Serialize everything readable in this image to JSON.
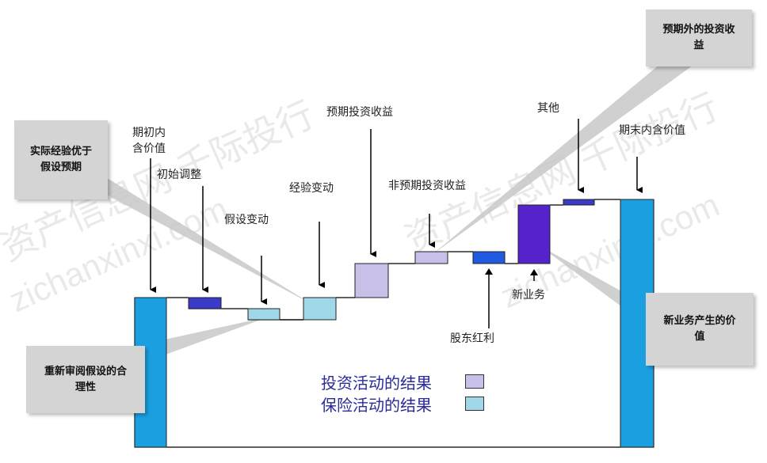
{
  "colors": {
    "blue_bar": "#1aa0e0",
    "dark_blue": "#3a3ac8",
    "purple": "#5522cc",
    "medium_blue": "#1f5ae0",
    "light_cyan": "#a0d8ea",
    "lavender": "#c8c0e8",
    "callout_bg": "#d4d4d4",
    "legend_text": "#2a2a9a"
  },
  "labels": {
    "initial_ev": "期初内\n含价值",
    "initial_adjust": "初始调整",
    "assumption_change": "假设变动",
    "experience_change": "经验变动",
    "expected_return": "预期投资收益",
    "unexpected_return": "非预期投资收益",
    "dividend": "股东红利",
    "new_business": "新业务",
    "other": "其他",
    "ending_ev": "期末内含价值"
  },
  "callouts": {
    "experience_better": "实际经验优于\n假设预期",
    "review_assumptions": "重新审阅假设的合\n理性",
    "unexpected_gain": "预期外的投资收\n益",
    "new_business_value": "新业务产生的价\n值"
  },
  "legend": {
    "investment": "投资活动的结果",
    "insurance": "保险活动的结果"
  },
  "watermark": {
    "line1": "资产信息网 千际投行",
    "line2": "zichanxinxi.com"
  }
}
